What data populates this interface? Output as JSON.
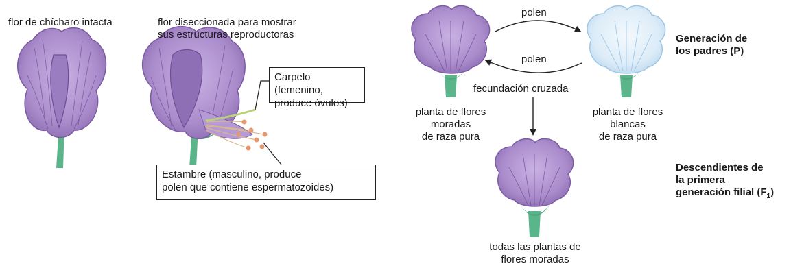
{
  "left": {
    "intact_label": "flor de chícharo intacta",
    "dissected_label_1": "flor diseccionada para mostrar",
    "dissected_label_2": "sus estructuras reproductoras",
    "carpel_1": "Carpelo (femenino,",
    "carpel_2": "produce óvulos)",
    "stamen_1": "Estambre (masculino, produce",
    "stamen_2": "polen que contiene espermatozoides)"
  },
  "right": {
    "pollen_top": "polen",
    "pollen_bottom": "polen",
    "cross": "fecundación cruzada",
    "purple_parent": [
      "planta de flores",
      "moradas",
      "de raza pura"
    ],
    "white_parent": [
      "planta de flores",
      "blancas",
      "de raza pura"
    ],
    "offspring": [
      "todas las plantas de",
      "flores moradas"
    ],
    "gen_p": [
      "Generación de",
      "los padres (P)"
    ],
    "gen_f1_1": "Descendientes de",
    "gen_f1_2": "la primera",
    "gen_f1_3": "generación filial (F",
    "gen_f1_sub": "1",
    "gen_f1_close": ")"
  },
  "colors": {
    "purple_petal": "#a98bcb",
    "purple_dark": "#6e4f95",
    "white_petal": "#dcecf8",
    "white_dark": "#9cc4e3",
    "stem": "#5bb58a"
  }
}
